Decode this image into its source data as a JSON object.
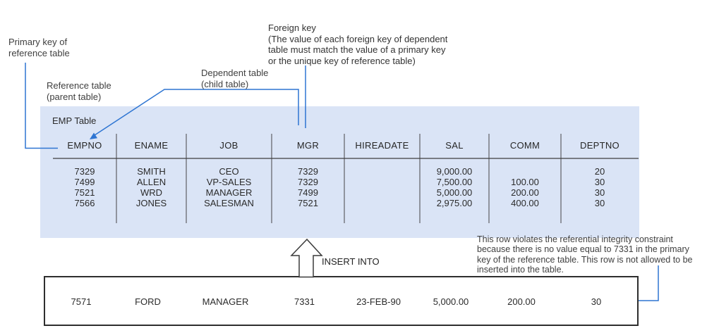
{
  "annotations": {
    "primary_key": {
      "line1": "Primary key of",
      "line2": "reference table"
    },
    "reference_table": {
      "line1": "Reference table",
      "line2": "(parent table)"
    },
    "dependent_table": {
      "line1": "Dependent table",
      "line2": "(child table)"
    },
    "foreign_key": {
      "line1": "Foreign key",
      "line2": "(The value of each foreign key of dependent",
      "line3": "table must match the value of a primary key",
      "line4": "or the unique key of reference table)"
    },
    "violation": {
      "line1": "This row violates the referential integrity constraint",
      "line2": "because there is no value equal to 7331 in the primary",
      "line3": "key of the reference table. This row is not allowed to be",
      "line4": "inserted into the table."
    },
    "insert_label": "INSERT INTO"
  },
  "emp_table": {
    "title": "EMP Table",
    "columns": [
      "EMPNO",
      "ENAME",
      "JOB",
      "MGR",
      "HIREADATE",
      "SAL",
      "COMM",
      "DEPTNO"
    ],
    "rows": [
      [
        "7329",
        "SMITH",
        "CEO",
        "7329",
        "",
        "9,000.00",
        "",
        "20"
      ],
      [
        "7499",
        "ALLEN",
        "VP-SALES",
        "7329",
        "",
        "7,500.00",
        "100.00",
        "30"
      ],
      [
        "7521",
        "WRD",
        "MANAGER",
        "7499",
        "",
        "5,000.00",
        "200.00",
        "30"
      ],
      [
        "7566",
        "JONES",
        "SALESMAN",
        "7521",
        "",
        "2,975.00",
        "400.00",
        "30"
      ]
    ]
  },
  "insert_row": [
    "7571",
    "FORD",
    "MANAGER",
    "7331",
    "23-FEB-90",
    "5,000.00",
    "200.00",
    "30"
  ],
  "colors": {
    "accent_blue": "#2e75d2",
    "table_bg": "#dae4f6",
    "line_dark": "#454545"
  }
}
